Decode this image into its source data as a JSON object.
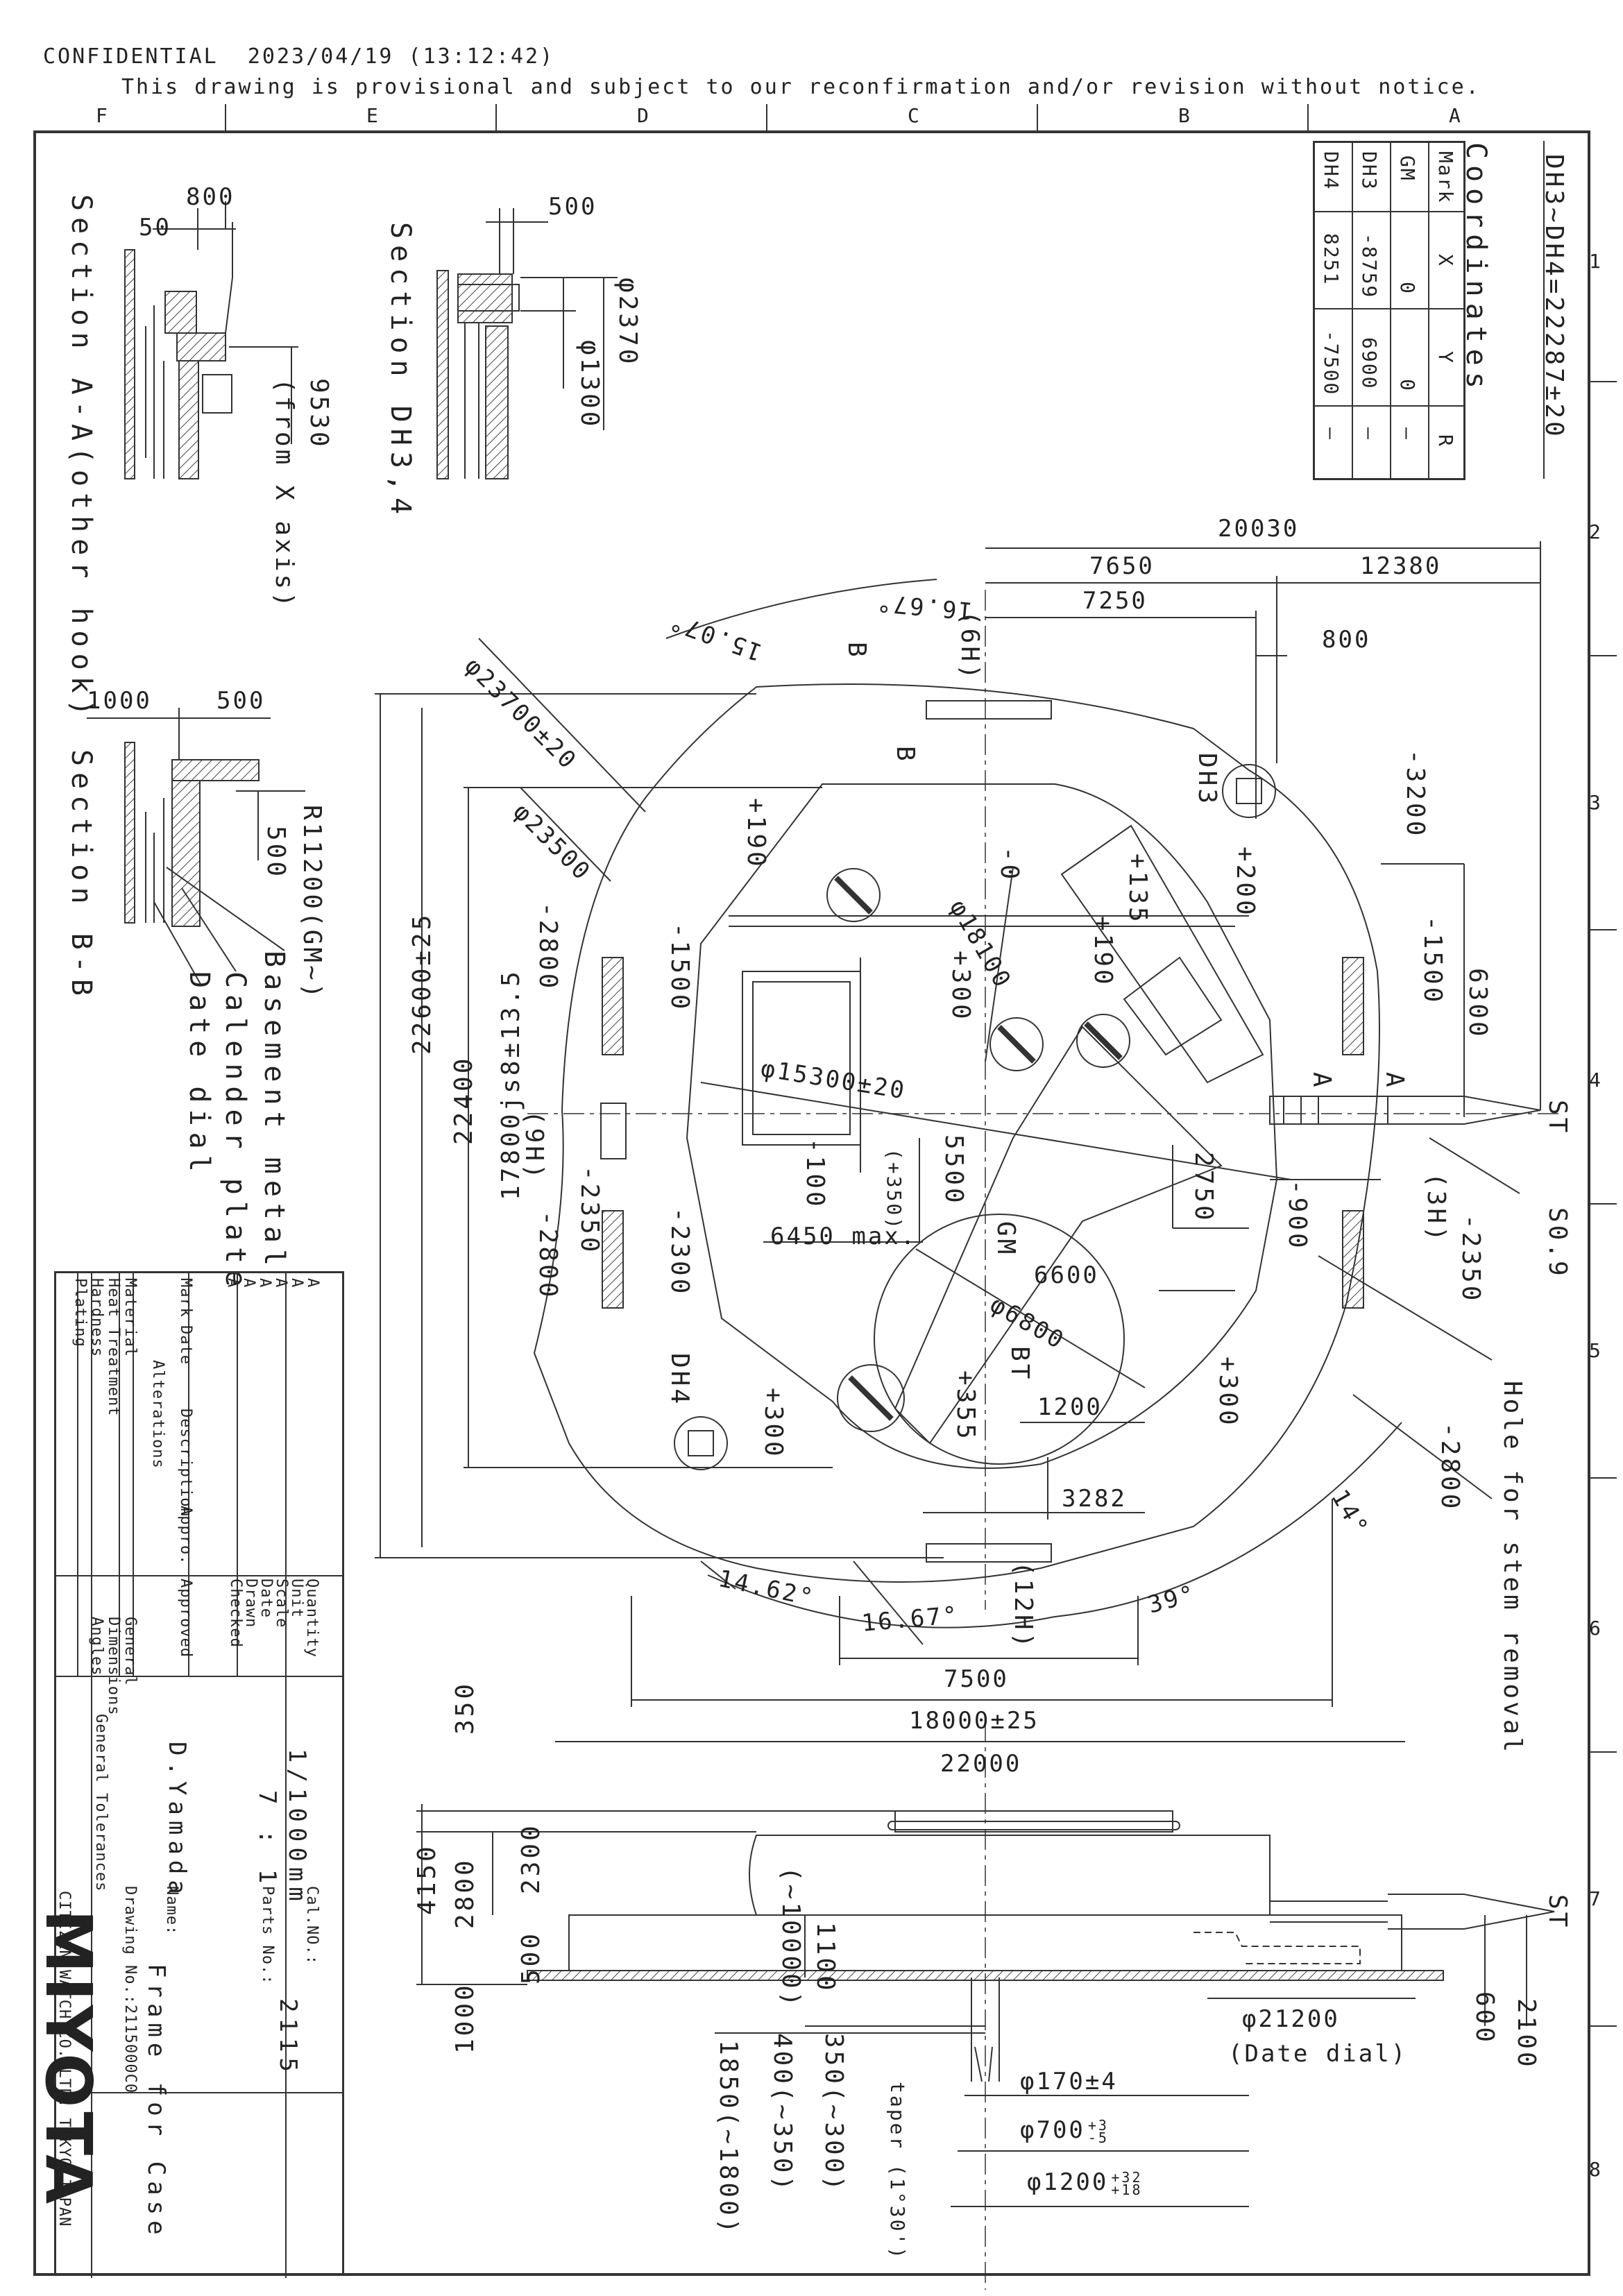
{
  "header": {
    "line1": "CONFIDENTIAL  2023/04/19 (13:12:42)",
    "line2": "This drawing is provisional and subject to our reconfirmation and/or revision without notice."
  },
  "zone_columns": [
    "F",
    "E",
    "D",
    "C",
    "B",
    "A"
  ],
  "zone_rows": [
    "1",
    "2",
    "3",
    "4",
    "5",
    "6",
    "7",
    "8"
  ],
  "coordinates": {
    "distance_note": "DH3~DH4=22287±20",
    "title": "Coordinates",
    "headers": [
      "Mark",
      "X",
      "Y",
      "R"
    ],
    "rows": [
      {
        "mark": "GM",
        "x": "0",
        "y": "0",
        "r": "—"
      },
      {
        "mark": "DH3",
        "x": "-8759",
        "y": "6900",
        "r": "—"
      },
      {
        "mark": "DH4",
        "x": "8251",
        "y": "-7500",
        "r": "—"
      }
    ]
  },
  "sections": {
    "aa": {
      "title": "Section A-A(other hook)",
      "dim_800": "800",
      "dim_50": "50",
      "dim_9530": "9530",
      "note": "(from X axis)"
    },
    "dh": {
      "title": "Section DH3,4",
      "dim_500": "500",
      "dia_2370": "φ2370",
      "dia_1300": "φ1300"
    },
    "bb": {
      "title": "Section B-B",
      "dim_1000": "1000",
      "dim_500a": "500",
      "dim_500b": "500",
      "radius": "R11200(GM~)",
      "label1": "Basement metal",
      "label2": "Calender plate",
      "label3": "Date dial"
    }
  },
  "main_view": {
    "dims": {
      "d20030": "20030",
      "d7650": "7650",
      "d12380": "12380",
      "d7250": "7250",
      "d800": "800",
      "d_m3200": "-3200",
      "d_m1500r": "-1500",
      "d6300": "6300",
      "d_m2350r": "-2350",
      "d_m2800r": "-2800",
      "s09": "S0.9",
      "st": "ST",
      "dia23700": "φ23700±20",
      "dia23500": "φ23500",
      "dia18100": "φ18100",
      "dia15300": "φ15300±20",
      "dia6800": "φ6800",
      "d22600": "22600±25",
      "d22400": "22400",
      "d17800": "17800js8±13.5",
      "d_m2800l": "-2800",
      "d_m1500l": "-1500",
      "d_m2350l": "-2350",
      "d_m2300": "-2300",
      "d_m2800b": "-2800",
      "p190": "+190",
      "p135": "+135",
      "p190b": "+190",
      "p200": "+200",
      "p300a": "+300",
      "m0": "-0",
      "m100": "-100",
      "p350p": "(+350)",
      "d5500": "5500",
      "d6450": "6450 max.",
      "d2750": "2750",
      "m900": "-900",
      "d6600": "6600",
      "p355": "+355",
      "d1200": "1200",
      "p300b": "+300",
      "p300c": "+300",
      "d3282": "3282",
      "a1462": "14.62°",
      "a1667b": "16.67°",
      "a39": "39°",
      "a14": "14°",
      "a1507": "15.07°",
      "a1667t": "16.67°",
      "d7500": "7500",
      "d18000": "18000±25",
      "d22000": "22000",
      "lbl_6h": "(6H)",
      "lbl_9h": "(9H)",
      "lbl_3h": "(3H)",
      "lbl_12h": "(12H)",
      "lbl_gm": "GM",
      "lbl_bt": "BT",
      "lbl_dh3": "DH3",
      "lbl_dh4": "DH4",
      "lbl_a1": "A",
      "lbl_a2": "A",
      "lbl_b1": "B",
      "lbl_b2": "B",
      "stem_note": "Hole for stem removal"
    }
  },
  "side_view": {
    "dims": {
      "d350": "350",
      "d4150": "4150",
      "d2800": "2800",
      "d2300": "2300",
      "d500": "500",
      "d1000": "1000",
      "d1100": "1100",
      "d10000": "(~10000)",
      "d1850": "1850(~1800)",
      "d400": "400(~350)",
      "d350b": "350(~300)",
      "taper": "taper (1°30')",
      "dia170": "φ170±4",
      "dia700": "φ700",
      "tol700u": "+3",
      "tol700l": "-5",
      "dia1200": "φ1200",
      "tol1200u": "+32",
      "tol1200l": "+18",
      "dia21200": "φ21200",
      "date_dial": "(Date dial)",
      "d600": "600",
      "d2100": "2100",
      "st": "ST"
    }
  },
  "title_block": {
    "revision_marks": [
      "A",
      "A",
      "A",
      "A",
      "A",
      "A"
    ],
    "rev_headers": {
      "mark": "Mark",
      "date": "Date",
      "desc": "Description",
      "appro": "Appro."
    },
    "alterations": "Alterations",
    "material_rows": [
      "Material",
      "Heat Treatment",
      "Hardness",
      "Plating"
    ],
    "labels": {
      "quantity": "Quantity",
      "unit": "Unit",
      "scale": "Scale",
      "date": "Date",
      "drawn": "Drawn",
      "checked": "Checked",
      "approved": "Approved"
    },
    "unit_value": "1/1000mm",
    "scale_value": "7 : 1",
    "drawn_by": "D.Yamada",
    "tolerance_rows": [
      "General",
      "Dimensions",
      "Angles"
    ],
    "tolerances_title": "General Tolerances",
    "cal_no_label": "Cal.NO.:",
    "cal_no_value": "2115",
    "parts_no_label": "Parts No.:",
    "name_label": "Name:",
    "name_value": "Frame for Case",
    "drawing_no": "Drawing No.:2115000C0",
    "logo": "MIYOTA",
    "company": "CITIZEN WATCH CO.,LTD. TOKYO,JAPAN"
  }
}
